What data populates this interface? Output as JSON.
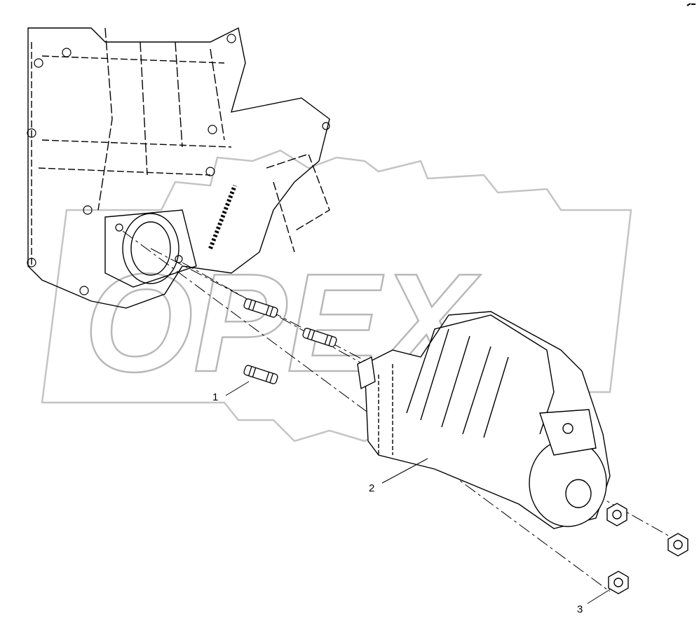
{
  "watermark": {
    "text": "OPEX",
    "color": "#b8b8b8"
  },
  "callouts": [
    {
      "number": "1",
      "part": "stud"
    },
    {
      "number": "2",
      "part": "starter-motor"
    },
    {
      "number": "3",
      "part": "flange-nut"
    }
  ]
}
